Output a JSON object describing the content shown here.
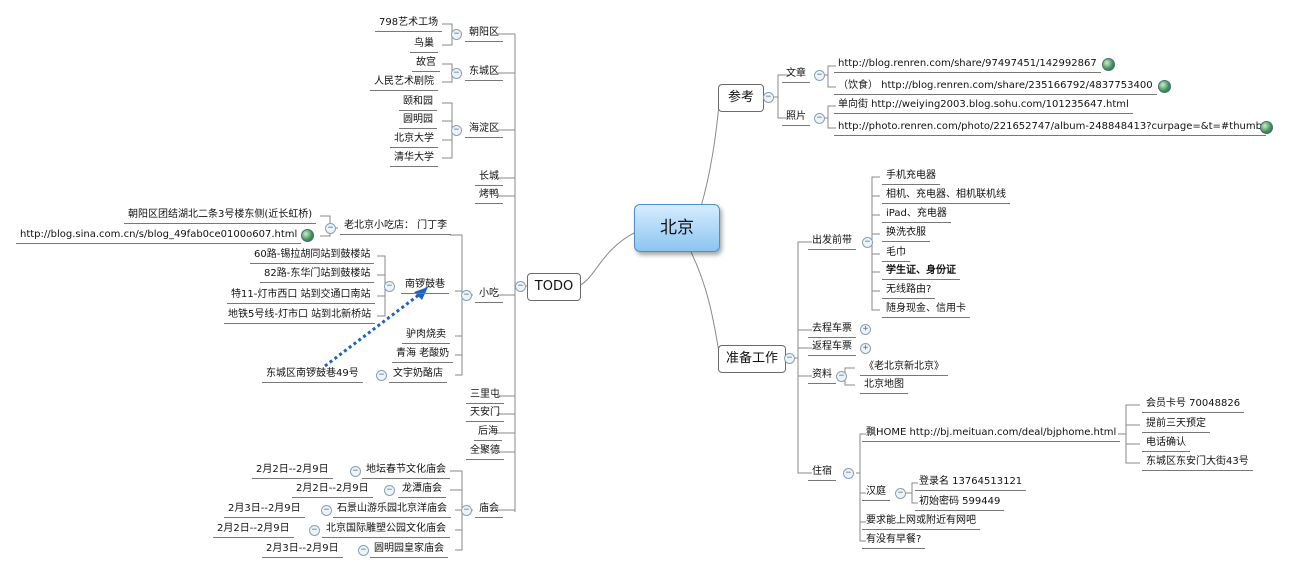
{
  "center": "北京",
  "left": {
    "todo": "TODO",
    "districts": {
      "chaoyang": {
        "label": "朝阳区",
        "items": [
          "798艺术工场",
          "鸟巢"
        ]
      },
      "dongcheng": {
        "label": "东城区",
        "items": [
          "故宫",
          "人民艺术剧院"
        ]
      },
      "haidian": {
        "label": "海淀区",
        "items": [
          "颐和园",
          "圆明园",
          "北京大学",
          "清华大学"
        ]
      }
    },
    "changcheng": "长城",
    "kaoya": "烤鸭",
    "xiaochi": {
      "label": "小吃",
      "laobeijing": {
        "label": "老北京小吃店： 门丁李",
        "address": "朝阳区团结湖北二条3号楼东侧(近长虹桥)",
        "url": "http://blog.sina.com.cn/s/blog_49fab0ce0100o607.html"
      },
      "nanluo": {
        "label": "南锣鼓巷",
        "routes": [
          "60路-锡拉胡同站到鼓楼站",
          "82路-东华门站到鼓楼站",
          "特11-灯市西口 站到交通口南站",
          "地铁5号线-灯市口 站到北新桥站"
        ]
      },
      "lvrou": "驴肉烧卖",
      "qinghai": "青海 老酸奶",
      "wenyu": {
        "label": "文宇奶酪店",
        "address": "东城区南锣鼓巷49号"
      }
    },
    "places": [
      "三里屯",
      "天安门",
      "后海",
      "全聚德"
    ],
    "miaohui": {
      "label": "庙会",
      "items": [
        {
          "date": "2月2日--2月9日",
          "name": "地坛春节文化庙会"
        },
        {
          "date": "2月2日--2月9日",
          "name": "龙潭庙会"
        },
        {
          "date": "2月3日--2月9日",
          "name": "石景山游乐园北京洋庙会"
        },
        {
          "date": "2月2日--2月9日",
          "name": "北京国际雕塑公园文化庙会"
        },
        {
          "date": "2月3日--2月9日",
          "name": "圆明园皇家庙会"
        }
      ]
    }
  },
  "right": {
    "cankao": {
      "label": "参考",
      "wenzhang": {
        "label": "文章",
        "items": [
          "http://blog.renren.com/share/97497451/142992867",
          "（饮食） http://blog.renren.com/share/235166792/4837753400"
        ]
      },
      "zhaopian": {
        "label": "照片",
        "items": [
          "单向街 http://weiying2003.blog.sohu.com/101235647.html",
          "http://photo.renren.com/photo/221652747/album-248848413?curpage=&t=#thumb"
        ]
      }
    },
    "zhunbei": {
      "label": "准备工作",
      "chufa": {
        "label": "出发前带",
        "items": [
          "手机充电器",
          "相机、充电器、相机联机线",
          "iPad、充电器",
          "换洗衣服",
          "毛巾",
          "学生证、身份证",
          "无线路由?",
          "随身现金、信用卡"
        ]
      },
      "quchengchepiao": "去程车票",
      "fanchengchepiao": "返程车票",
      "ziliao": {
        "label": "资料",
        "items": [
          "《老北京新北京》",
          "北京地图"
        ]
      },
      "zhusu": {
        "label": "住宿",
        "home": {
          "label": "飘HOME http://bj.meituan.com/deal/bjphome.html",
          "items": [
            "会员卡号 70048826",
            "提前三天预定",
            "电话确认",
            "东城区东安门大街43号"
          ]
        },
        "hanting": {
          "label": "汉庭",
          "items": [
            "登录名 13764513121",
            "初始密码 599449"
          ]
        },
        "wang": "要求能上网或附近有网吧",
        "zaocan": "有没有早餐?"
      }
    }
  }
}
